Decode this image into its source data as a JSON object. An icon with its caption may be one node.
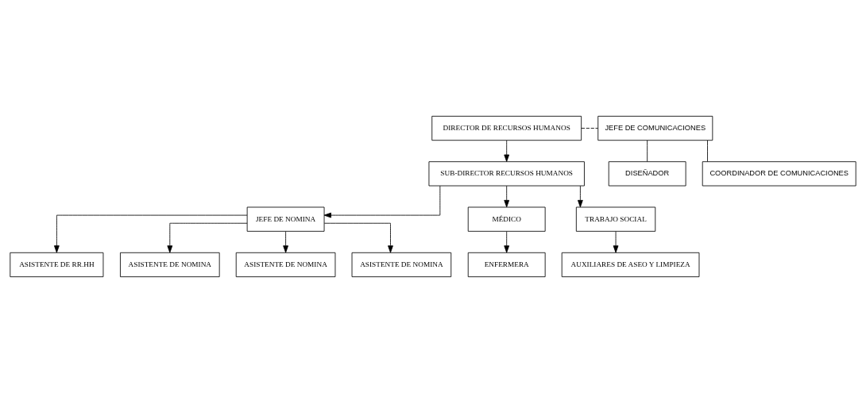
{
  "diagram": {
    "nodes": [
      {
        "text": [
          "DIRECTOR DE RECURSOS HUMANOS"
        ]
      },
      {
        "text": [
          "JEFE DE COMUNICACIONES"
        ]
      },
      {
        "text": [
          "SUB-DIRECTOR RECURSOS HUMANOS"
        ]
      },
      {
        "text": [
          "DISEÑADOR"
        ]
      },
      {
        "text": [
          "JEFE DE NOMINA"
        ]
      },
      {
        "text": [
          "MÉDICO"
        ]
      },
      {
        "text": [
          "COORDINADOR DE COMUNICACIONES"
        ]
      },
      {
        "text": [
          "ASISTENTE DE RR.HH"
        ]
      },
      {
        "text": [
          "TRABAJO SOCIAL"
        ]
      },
      {
        "text": [
          "ASISTENTE DE NOMINA"
        ]
      },
      {
        "text": [
          "ASISTENTE DE NOMINA"
        ]
      },
      {
        "text": [
          "ASISTENTE DE NOMINA"
        ]
      },
      {
        "text": [
          "ENFERMERA"
        ]
      },
      {
        "text": [
          "AUXILIARES DE ASEO Y LIMPIEZA"
        ]
      }
    ],
    "edges": [
      {
        "from": 0,
        "to": 2,
        "arrow": "to"
      },
      {
        "from": 0,
        "to": 1,
        "arrow": "none",
        "style": "dashed"
      },
      {
        "from": 1,
        "to": 3,
        "arrow": "none"
      },
      {
        "from": 1,
        "to": 6,
        "arrow": "none"
      },
      {
        "from": 2,
        "to": 4,
        "arrow": "to"
      },
      {
        "from": 2,
        "to": 5,
        "arrow": "to"
      },
      {
        "from": 2,
        "to": 8,
        "arrow": "to"
      },
      {
        "from": 4,
        "to": 7,
        "arrow": "to"
      },
      {
        "from": 4,
        "to": 9,
        "arrow": "to"
      },
      {
        "from": 4,
        "to": 10,
        "arrow": "to"
      },
      {
        "from": 4,
        "to": 11,
        "arrow": "to"
      },
      {
        "from": 5,
        "to": 12,
        "arrow": "to"
      },
      {
        "from": 8,
        "to": 13,
        "arrow": "to"
      }
    ]
  }
}
